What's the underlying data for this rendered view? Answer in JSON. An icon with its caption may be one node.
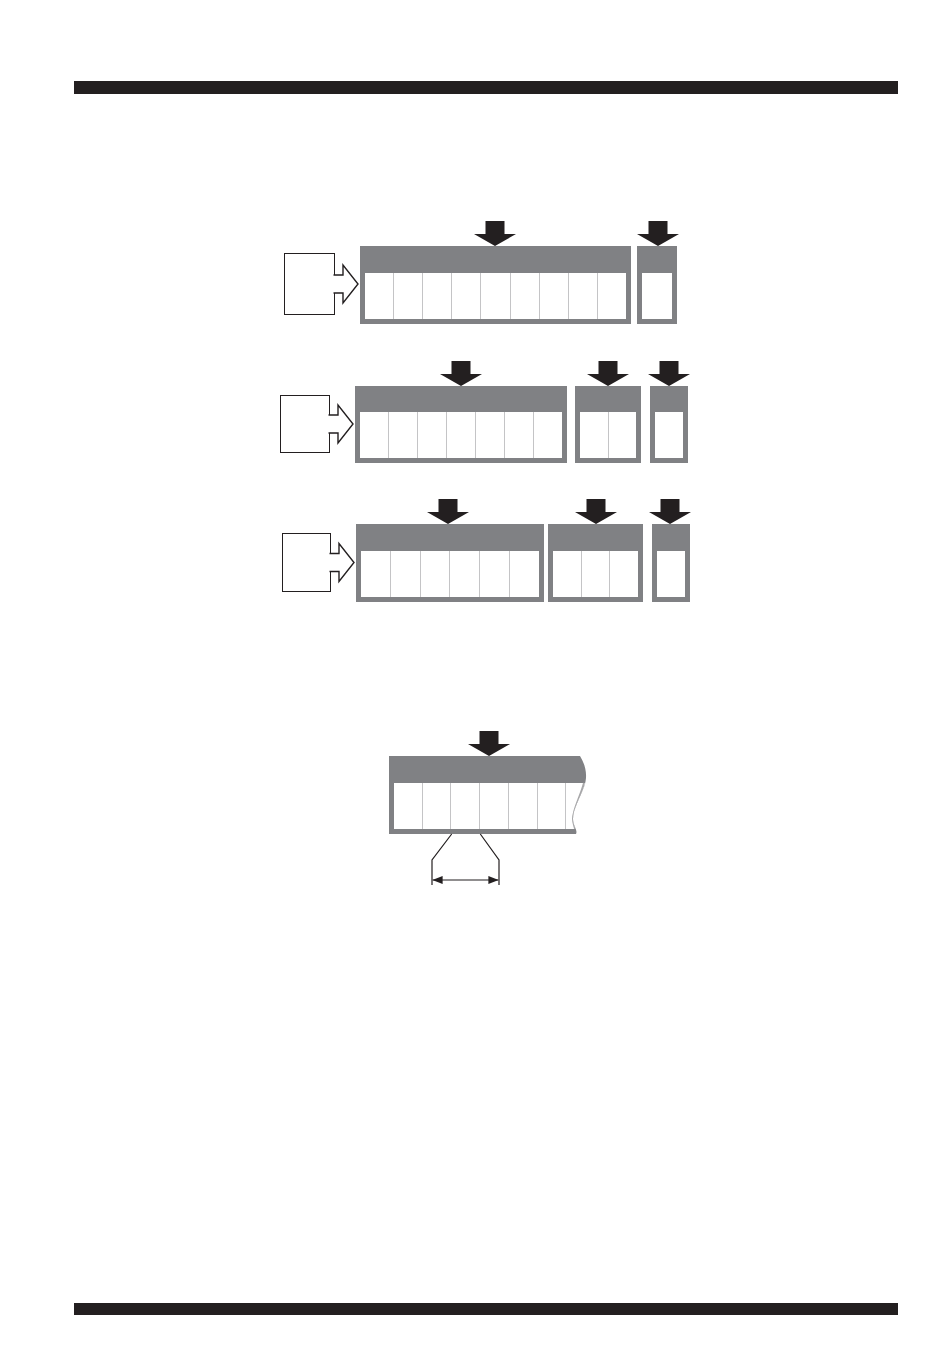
{
  "diagram": {
    "nodes": [
      {
        "text": [],
        "shape": "box"
      },
      {
        "text": [],
        "shape": "box"
      },
      {
        "text": [],
        "shape": "box",
        "in": 1
      },
      {
        "text": [],
        "shape": "box",
        "in": 1
      },
      {
        "text": [],
        "shape": "box",
        "in": 1
      },
      {
        "text": [],
        "shape": "box",
        "in": 1
      },
      {
        "text": [],
        "shape": "box",
        "in": 1
      },
      {
        "text": [],
        "shape": "box",
        "in": 1
      },
      {
        "text": [],
        "shape": "box",
        "in": 1
      },
      {
        "text": [],
        "shape": "box",
        "in": 1
      },
      {
        "text": [],
        "shape": "box",
        "in": 1
      },
      {
        "text": [],
        "shape": "box"
      },
      {
        "text": [],
        "shape": "box",
        "in": 11
      },
      {
        "text": [],
        "shape": "box"
      },
      {
        "text": [],
        "shape": "box"
      },
      {
        "text": [],
        "shape": "box",
        "in": 14
      },
      {
        "text": [],
        "shape": "box",
        "in": 14
      },
      {
        "text": [],
        "shape": "box",
        "in": 14
      },
      {
        "text": [],
        "shape": "box",
        "in": 14
      },
      {
        "text": [],
        "shape": "box",
        "in": 14
      },
      {
        "text": [],
        "shape": "box",
        "in": 14
      },
      {
        "text": [],
        "shape": "box",
        "in": 14
      },
      {
        "text": [],
        "shape": "box"
      },
      {
        "text": [],
        "shape": "box",
        "in": 22
      },
      {
        "text": [],
        "shape": "box",
        "in": 22
      },
      {
        "text": [],
        "shape": "box"
      },
      {
        "text": [],
        "shape": "box",
        "in": 25
      },
      {
        "text": [],
        "shape": "box"
      },
      {
        "text": [],
        "shape": "box"
      },
      {
        "text": [],
        "shape": "box",
        "in": 28
      },
      {
        "text": [],
        "shape": "box",
        "in": 28
      },
      {
        "text": [],
        "shape": "box",
        "in": 28
      },
      {
        "text": [],
        "shape": "box",
        "in": 28
      },
      {
        "text": [],
        "shape": "box",
        "in": 28
      },
      {
        "text": [],
        "shape": "box",
        "in": 28
      },
      {
        "text": [],
        "shape": "box"
      },
      {
        "text": [],
        "shape": "box",
        "in": 35
      },
      {
        "text": [],
        "shape": "box",
        "in": 35
      },
      {
        "text": [],
        "shape": "box",
        "in": 35
      },
      {
        "text": [],
        "shape": "box"
      },
      {
        "text": [],
        "shape": "box",
        "in": 39
      },
      {
        "text": [],
        "shape": "box"
      },
      {
        "text": [],
        "shape": "box",
        "in": 41
      },
      {
        "text": [],
        "shape": "box",
        "in": 41
      },
      {
        "text": [],
        "shape": "box",
        "in": 41
      },
      {
        "text": [],
        "shape": "box",
        "in": 41
      },
      {
        "text": [],
        "shape": "box",
        "in": 41
      },
      {
        "text": [],
        "shape": "box",
        "in": 41
      },
      {
        "text": [],
        "shape": "box",
        "in": 41
      }
    ],
    "edges": [
      {
        "from": 0,
        "to": 1,
        "arrow": "to"
      },
      {
        "from": null,
        "to": 1,
        "arrow": "to"
      },
      {
        "from": null,
        "to": 11,
        "arrow": "to"
      },
      {
        "from": 13,
        "to": 14,
        "arrow": "to"
      },
      {
        "from": null,
        "to": 14,
        "arrow": "to"
      },
      {
        "from": null,
        "to": 22,
        "arrow": "to"
      },
      {
        "from": null,
        "to": 25,
        "arrow": "to"
      },
      {
        "from": 27,
        "to": 28,
        "arrow": "to"
      },
      {
        "from": null,
        "to": 28,
        "arrow": "to"
      },
      {
        "from": null,
        "to": 35,
        "arrow": "to"
      },
      {
        "from": null,
        "to": 39,
        "arrow": "to"
      },
      {
        "from": null,
        "to": 41,
        "arrow": "to"
      }
    ]
  }
}
